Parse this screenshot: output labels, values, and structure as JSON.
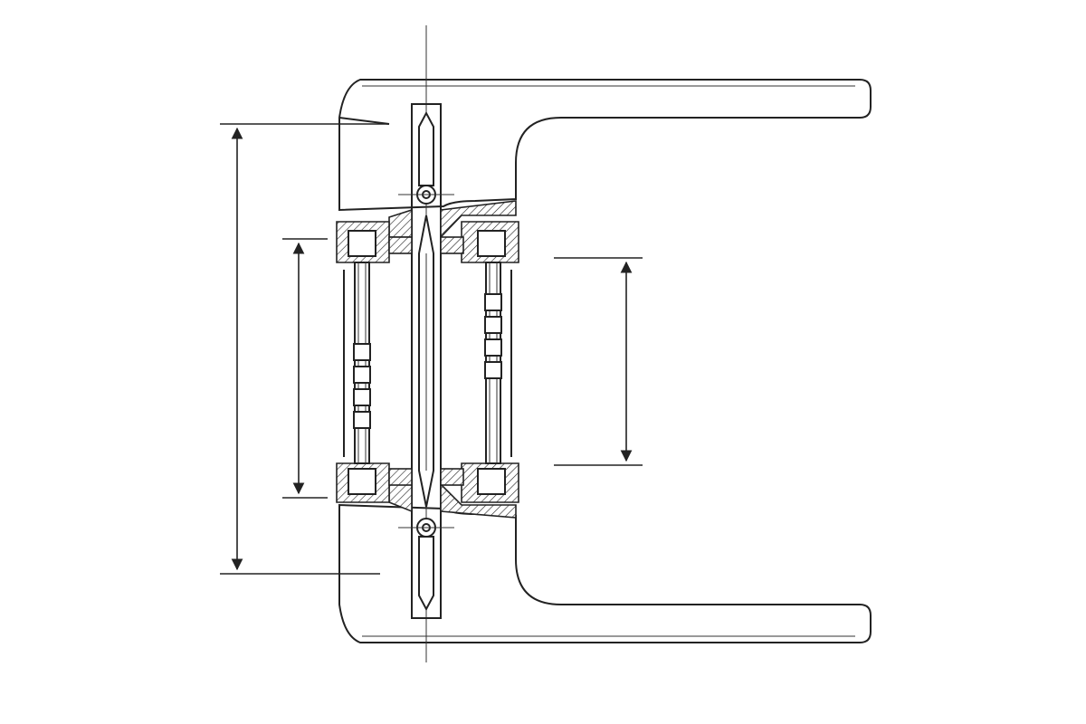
{
  "drawing": {
    "view": "section",
    "line_color": "#222222",
    "background": "#ffffff",
    "labels": []
  },
  "dimensions": [
    {
      "name": "overall-rose-height",
      "label": ""
    },
    {
      "name": "rose-spacing",
      "label": ""
    },
    {
      "name": "lever-spacing",
      "label": ""
    }
  ]
}
